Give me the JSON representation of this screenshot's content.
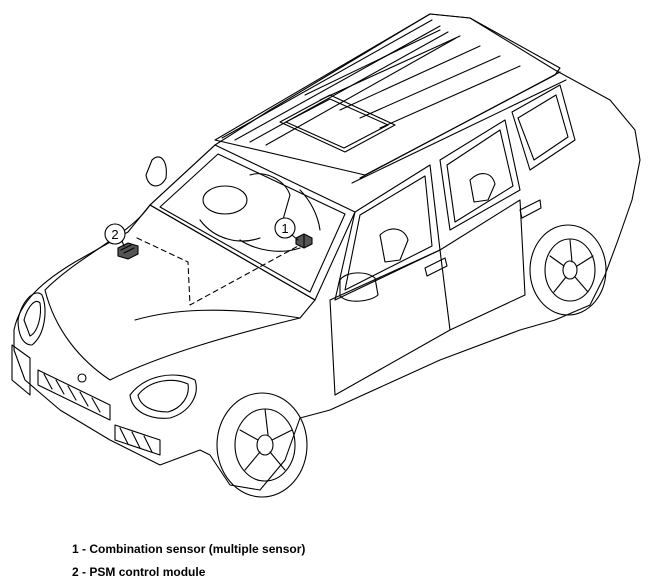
{
  "callouts": [
    {
      "number": "1",
      "label": "Combination sensor (multiple sensor)"
    },
    {
      "number": "2",
      "label": "PSM control module"
    }
  ],
  "legend_separator": " - ",
  "colors": {
    "line": "#000000",
    "background": "#ffffff"
  }
}
